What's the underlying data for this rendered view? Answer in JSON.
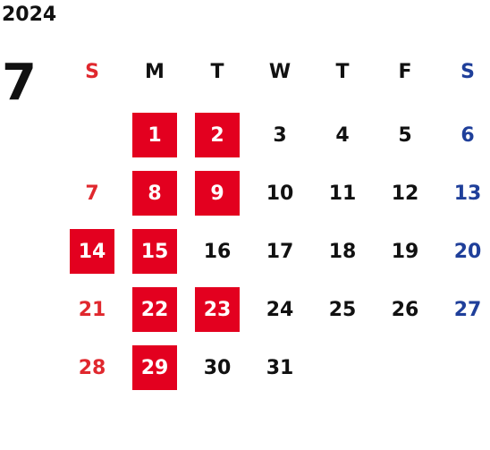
{
  "year": "2024",
  "month": "7",
  "colors": {
    "sunday": "#e0282e",
    "saturday": "#1f3f9a",
    "highlight_bg": "#e3001f",
    "text": "#111111"
  },
  "weekdays": [
    "S",
    "M",
    "T",
    "W",
    "T",
    "F",
    "S"
  ],
  "weeks": [
    [
      null,
      {
        "d": "1",
        "hl": true
      },
      {
        "d": "2",
        "hl": true
      },
      {
        "d": "3"
      },
      {
        "d": "4"
      },
      {
        "d": "5"
      },
      {
        "d": "6"
      }
    ],
    [
      {
        "d": "7"
      },
      {
        "d": "8",
        "hl": true
      },
      {
        "d": "9",
        "hl": true
      },
      {
        "d": "10"
      },
      {
        "d": "11"
      },
      {
        "d": "12"
      },
      {
        "d": "13"
      }
    ],
    [
      {
        "d": "14",
        "hl": true
      },
      {
        "d": "15",
        "hl": true
      },
      {
        "d": "16"
      },
      {
        "d": "17"
      },
      {
        "d": "18"
      },
      {
        "d": "19"
      },
      {
        "d": "20"
      }
    ],
    [
      {
        "d": "21"
      },
      {
        "d": "22",
        "hl": true
      },
      {
        "d": "23",
        "hl": true
      },
      {
        "d": "24"
      },
      {
        "d": "25"
      },
      {
        "d": "26"
      },
      {
        "d": "27"
      }
    ],
    [
      {
        "d": "28"
      },
      {
        "d": "29",
        "hl": true
      },
      {
        "d": "30"
      },
      {
        "d": "31"
      },
      null,
      null,
      null
    ]
  ]
}
